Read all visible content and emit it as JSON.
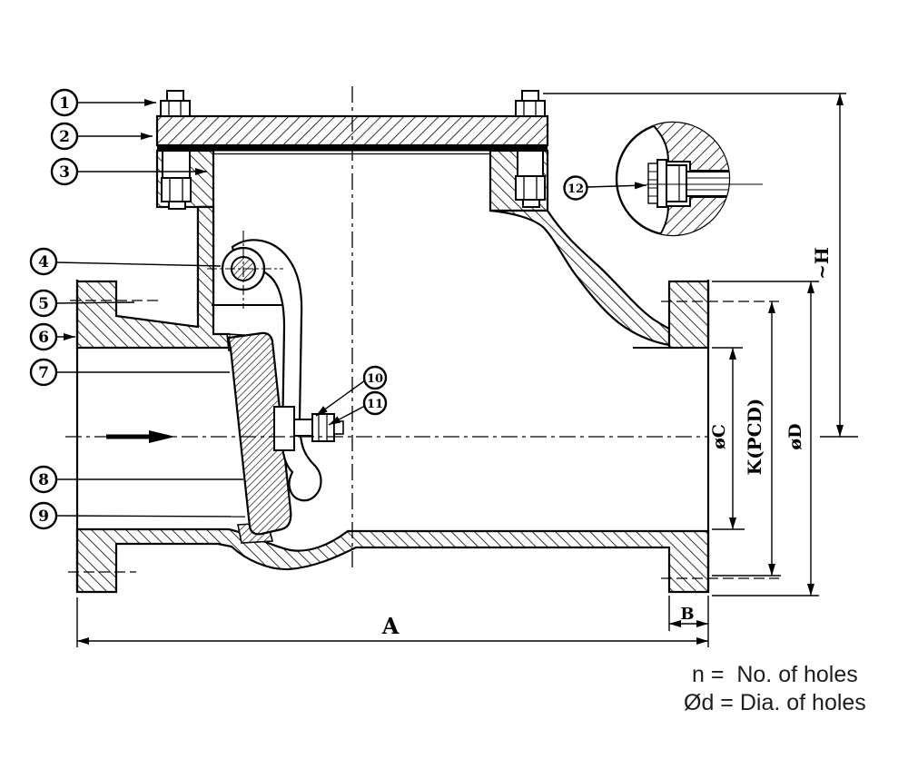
{
  "diagram": {
    "callouts": [
      "1",
      "2",
      "3",
      "4",
      "5",
      "6",
      "7",
      "8",
      "9",
      "10",
      "11",
      "12"
    ],
    "dimensions": {
      "A": "A",
      "B": "B",
      "H": "~H",
      "C": "øC",
      "K": "K(PCD)",
      "D": "øD"
    },
    "notes": [
      "n =  No. of holes",
      "Ød = Dia. of holes"
    ]
  }
}
